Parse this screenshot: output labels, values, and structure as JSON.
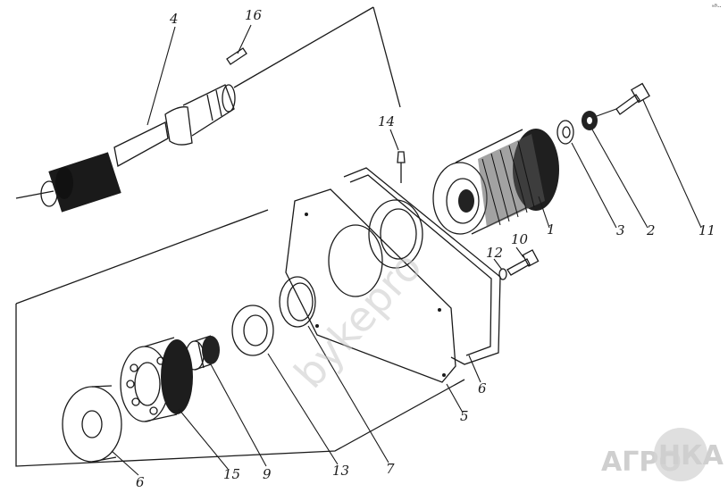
{
  "callouts": {
    "c1": "1",
    "c2": "2",
    "c3": "3",
    "c4": "4",
    "c5": "5",
    "c6a": "6",
    "c6b": "6",
    "c7": "7",
    "c9": "9",
    "c10": "10",
    "c11": "11",
    "c12": "12",
    "c13": "13",
    "c14": "14",
    "c15": "15",
    "c16": "16"
  },
  "watermark": "bykepro",
  "logo": {
    "left": "АГРО",
    "right": "НКА"
  },
  "corner_mark": "ᵃᴮ··"
}
